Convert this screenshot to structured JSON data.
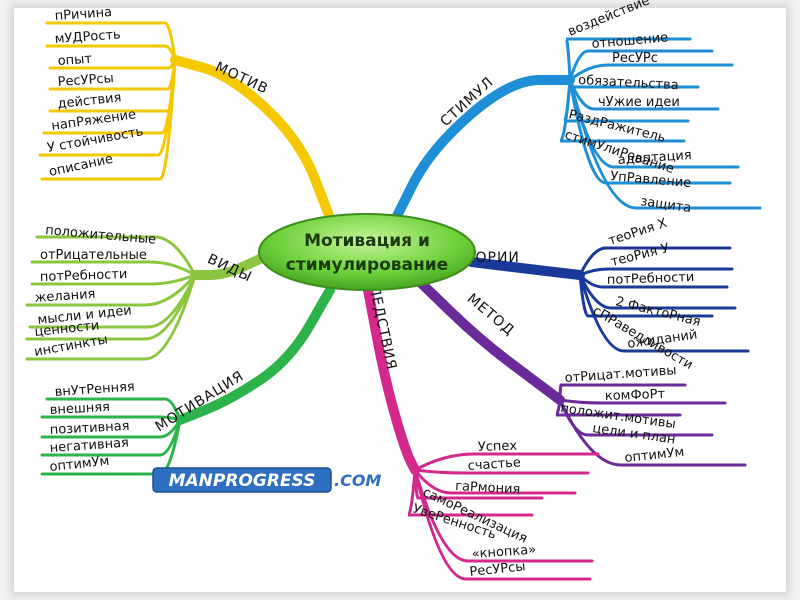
{
  "center": {
    "line1": "Мотивация и",
    "line2": "стимулирование",
    "color": "#5cc22a"
  },
  "branches": {
    "motiv": {
      "label": "МОТИВ",
      "color": "#f5c800",
      "items": [
        "пРичина",
        "мУДРость",
        "опыт",
        "РесУРсы",
        "действия",
        "напРяжение",
        "У стойчивость",
        "описание"
      ]
    },
    "stimul": {
      "label": "СТИМУЛ",
      "color": "#1e8fd6",
      "items": [
        "воздействие",
        "отношение",
        "РесУРс",
        "обязательства",
        "чУжие идеи",
        "РаздРажитель",
        "стимУлиРование",
        "адаптация",
        "УпРавление",
        "защита"
      ]
    },
    "vidy": {
      "label": "ВИДЫ",
      "color": "#8cc63f",
      "items": [
        "положительные",
        "отРицательные",
        "потРебности",
        "желания",
        "мысли и идеи",
        "ценности",
        "инстинкты"
      ]
    },
    "teorii": {
      "label": "ТЕОРИИ",
      "color": "#1a3a9a",
      "items": [
        "теоРия Х",
        "теоРия У",
        "потРебности",
        "2 ФактоРная",
        "сПРаведливости",
        "ожиданий"
      ]
    },
    "motivaciya": {
      "label": "МОТИВАЦИЯ",
      "color": "#2cb34a",
      "items": [
        "внУтРенняя",
        "внешняя",
        "позитивная",
        "негативная",
        "оптимУм"
      ]
    },
    "metod": {
      "label": "МЕТОД",
      "color": "#6a2a9a",
      "items": [
        "отРицат.мотивы",
        "комФоРт",
        "положит.мотивы",
        "цели и план",
        "оптимУм"
      ]
    },
    "posledstviya": {
      "label": "ПОСЛЕДСТВИЯ",
      "color": "#d4288c",
      "items": [
        "Успех",
        "счастье",
        "гаРмония",
        "самоРеализация",
        "УвеРенность",
        "«кнопка»",
        "РесУРсы"
      ]
    }
  },
  "logo": {
    "main": "MANPROGRESS",
    "suffix": ".COM",
    "main_bg": "#2f6fbf"
  }
}
